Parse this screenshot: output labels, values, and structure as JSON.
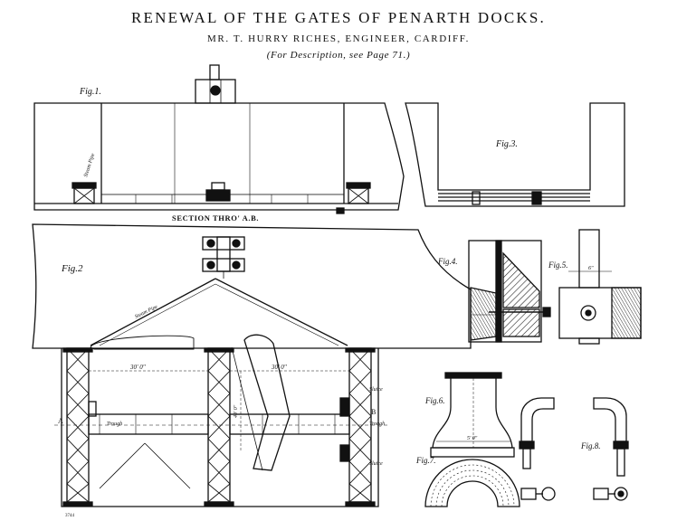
{
  "header": {
    "title": "RENEWAL OF THE GATES OF PENARTH DOCKS.",
    "engineer": "MR. T. HURRY RICHES, ENGINEER, CARDIFF.",
    "reference": "(For Description, see Page 71.)"
  },
  "figures": {
    "fig1": "Fig.1.",
    "fig2": "Fig.2",
    "fig3": "Fig.3.",
    "fig4": "Fig.4.",
    "fig5": "Fig.5.",
    "fig6": "Fig.6.",
    "fig7": "Fig.7.",
    "fig8": "Fig.8."
  },
  "annotations": {
    "section": "SECTION THRO' A.B.",
    "steam_pipe_1": "Steam Pipe",
    "steam_pipe_2": "Steam Pipe",
    "trough_left": "Trough",
    "trough_right": "Trough",
    "sluice_top": "Sluice",
    "sluice_bottom": "Sluice",
    "point_a": "A",
    "point_b": "B",
    "dim_left": "30' 0\"",
    "dim_right": "30' 0\"",
    "dim_vertical": "40' 0\"",
    "dim_fig6_width": "5' 0\"",
    "dim_fig5": "6\"",
    "plate_number": "3744"
  }
}
